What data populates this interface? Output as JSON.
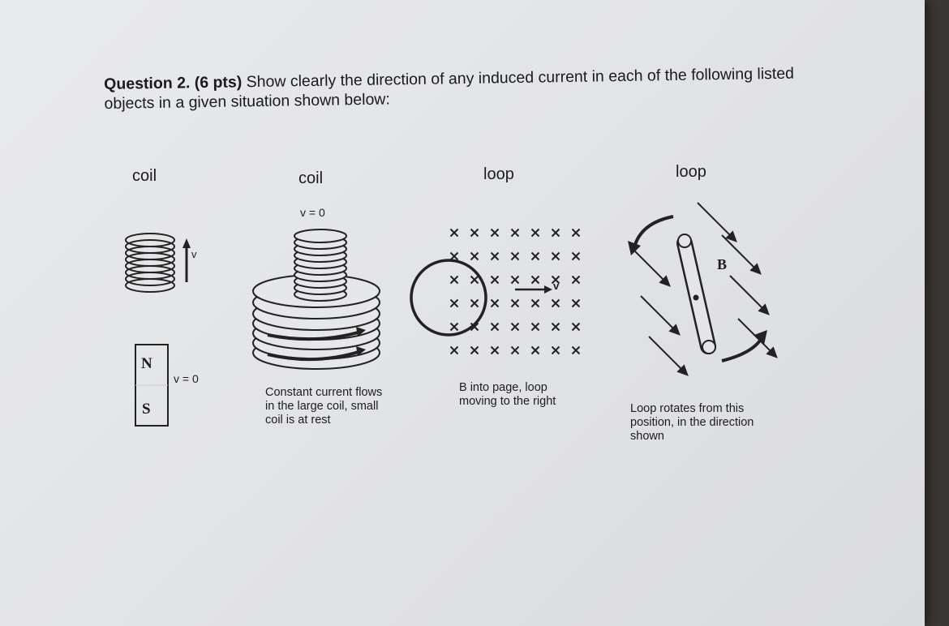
{
  "question": {
    "number": "Question 2.",
    "points": "(6 pts)",
    "text": "Show clearly the direction of any induced current in each of the following listed objects in a given situation shown below:"
  },
  "panels": [
    {
      "label": "coil",
      "magnet_n": "N",
      "magnet_s": "S",
      "velocity_label": "v = 0",
      "arrow_label": "v"
    },
    {
      "label": "coil",
      "velocity_label": "v = 0",
      "caption": [
        "Constant current flows",
        "in the large coil, small",
        "coil is at rest"
      ]
    },
    {
      "label": "loop",
      "velocity_label": "v",
      "caption": [
        "B into page, loop",
        "moving to the right"
      ]
    },
    {
      "label": "loop",
      "field_label": "B",
      "caption": [
        "Loop rotates from this",
        "position, in the direction",
        "shown"
      ]
    }
  ]
}
